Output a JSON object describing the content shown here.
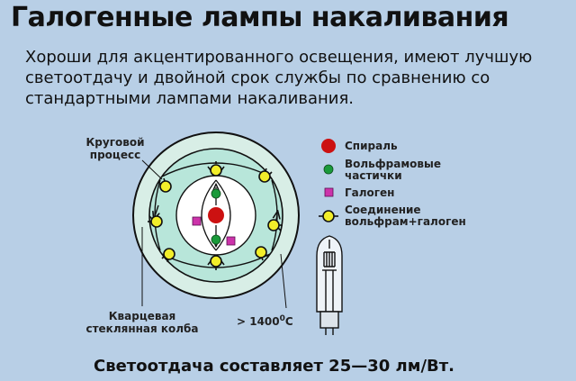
{
  "title": "Галогенные лампы накаливания",
  "intro": {
    "line1": "Хороши для акцентированного освещения, имеют лучшую",
    "line2": "светоотдачу и двойной срок службы по сравнению со",
    "line3": "стандартными лампами накаливания."
  },
  "diagram": {
    "cycle_label": [
      "Круговой",
      "процесс"
    ],
    "bulb_label": [
      "Кварцевая",
      "стеклянная колба"
    ],
    "temperature": {
      "prefix": "> 1400",
      "sup": "0",
      "unit": "C"
    }
  },
  "legend": {
    "spiral": "Спираль",
    "tungsten": [
      "Вольфрамовые",
      "частички"
    ],
    "halogen": "Галоген",
    "compound": [
      "Соединение",
      "вольфрам+галоген"
    ]
  },
  "colors": {
    "spiral": "#cc1111",
    "tungsten": "#1a9a3a",
    "halogen": "#cc33aa",
    "compound": "#f2ee2a",
    "outer_ring": "#d8eee6",
    "inner_zone": "#b8e6da",
    "background": "#b8cfe6"
  },
  "footer": "Светоотдача составляет 25—30 лм/Вт."
}
